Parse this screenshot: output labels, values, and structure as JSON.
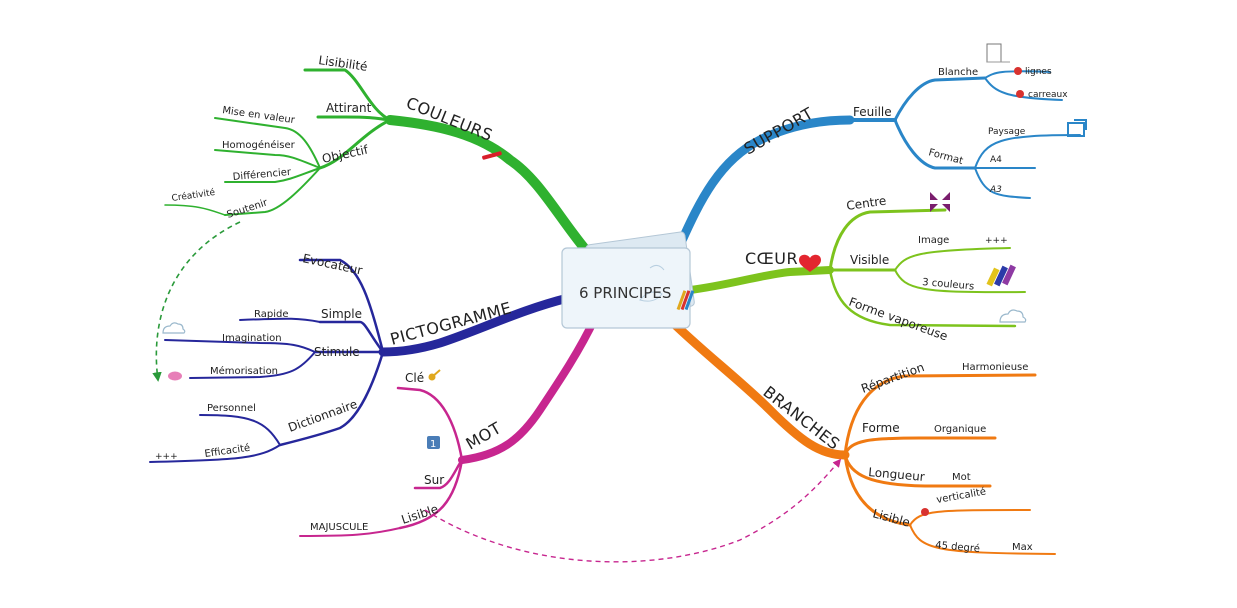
{
  "center": {
    "label": "6 PRINCIPES"
  },
  "colors": {
    "couleurs": "#2fb12f",
    "support": "#2a86c8",
    "coeur": "#7dc31d",
    "branches": "#f07a12",
    "mot": "#c7268f",
    "pictogramme": "#26279b",
    "link": "#2a9a3a",
    "link2": "#c7268f"
  },
  "branches": {
    "couleurs": {
      "label": "COULEURS",
      "lisibilite": "Lisibilité",
      "attirant": "Attirant",
      "objectif": "Objectif",
      "mise_en_valeur": "Mise en valeur",
      "homogeneiser": "Homogénéiser",
      "differencier": "Différencier",
      "soutenir": "Soutenir",
      "creativite": "Créativité"
    },
    "support": {
      "label": "SUPPORT",
      "feuille": "Feuille",
      "blanche": "Blanche",
      "lignes": "lignes",
      "carreaux": "carreaux",
      "format": "Format",
      "paysage": "Paysage",
      "a4": "A4",
      "a3": "A3"
    },
    "coeur": {
      "label": "CŒUR",
      "centre": "Centre",
      "visible": "Visible",
      "image": "Image",
      "plus": "+++",
      "trois_couleurs": "3 couleurs",
      "forme_vaporeuse": "Forme vaporeuse"
    },
    "branches": {
      "label": "BRANCHES",
      "repartition": "Répartition",
      "harmonieuse": "Harmonieuse",
      "forme": "Forme",
      "organique": "Organique",
      "longueur": "Longueur",
      "mot": "Mot",
      "lisible": "Lisible",
      "verticalite": "verticalité",
      "quarante_cinq": "45 degré",
      "max": "Max"
    },
    "mot": {
      "label": "MOT",
      "cle": "Clé",
      "sur": "Sur",
      "lisible": "Lisible",
      "majuscule": "MAJUSCULE",
      "badge": "1"
    },
    "pictogramme": {
      "label": "PICTOGRAMME",
      "evocateur": "Evocateur",
      "simple": "Simple",
      "rapide": "Rapide",
      "stimule": "Stimule",
      "imagination": "Imagination",
      "memorisation": "Mémorisation",
      "dictionnaire": "Dictionnaire",
      "personnel": "Personnel",
      "efficacite": "Efficacité",
      "plus": "+++"
    }
  }
}
